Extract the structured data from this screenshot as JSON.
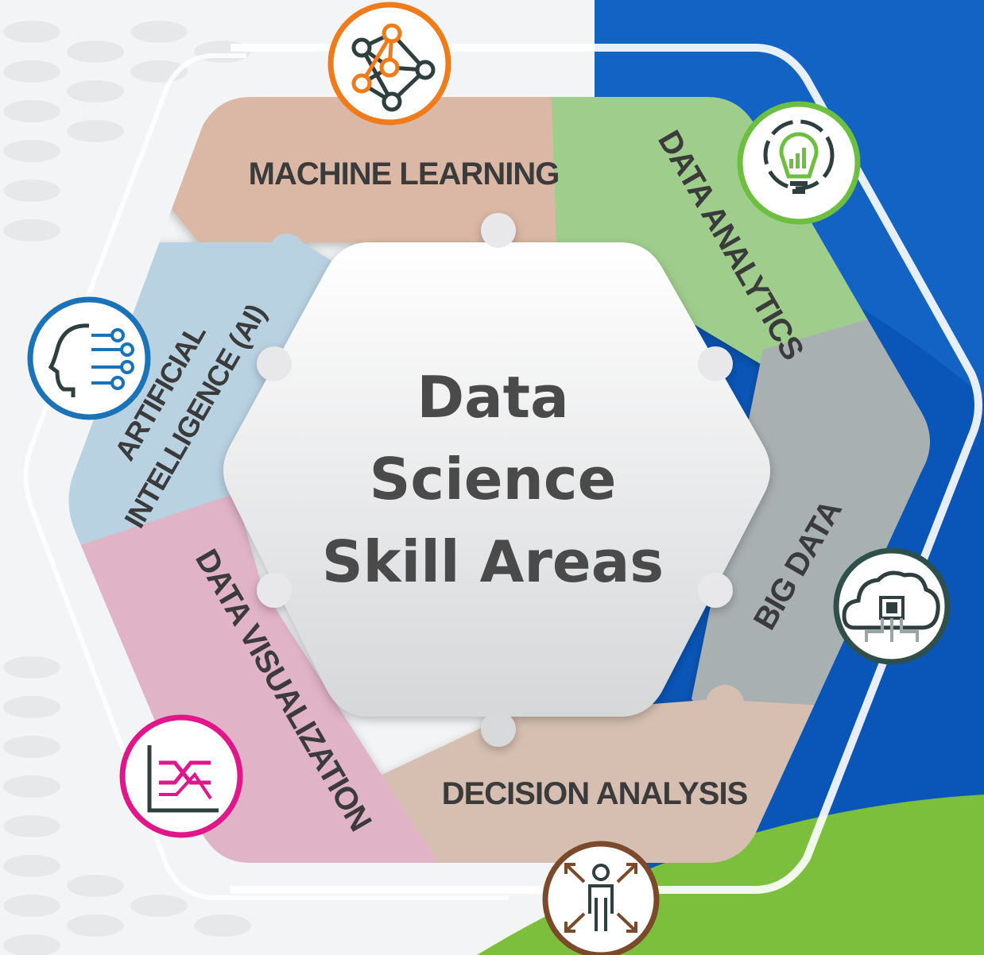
{
  "diagram": {
    "center_title_lines": [
      "Data",
      "Science",
      "Skill Areas"
    ],
    "segments": [
      {
        "label": "MACHINE LEARNING",
        "icon": "neural-network-icon",
        "color": "#dbb8a5",
        "icon_color": "#f07b1a"
      },
      {
        "label": "DATA ANALYTICS",
        "icon": "lightbulb-chart-icon",
        "color": "#9fcd8c",
        "icon_color": "#6cbf3f"
      },
      {
        "label": "BIG DATA",
        "icon": "cloud-chip-icon",
        "color": "#a9b0b2",
        "icon_color": "#2f4f4a"
      },
      {
        "label": "DECISION ANALYSIS",
        "icon": "person-arrows-icon",
        "color": "#d6bfb0",
        "icon_color": "#7a4a2a"
      },
      {
        "label": "DATA VISUALIZATION",
        "icon": "line-chart-icon",
        "color": "#e0b3c6",
        "icon_color": "#e0168a"
      },
      {
        "label": "ARTIFICIAL INTELLIGENCE (AI)",
        "label_lines": [
          "ARTIFICIAL",
          "INTELLIGENCE (AI)"
        ],
        "icon": "head-circuit-icon",
        "color": "#b9d2e2",
        "icon_color": "#1a73b8"
      }
    ]
  }
}
